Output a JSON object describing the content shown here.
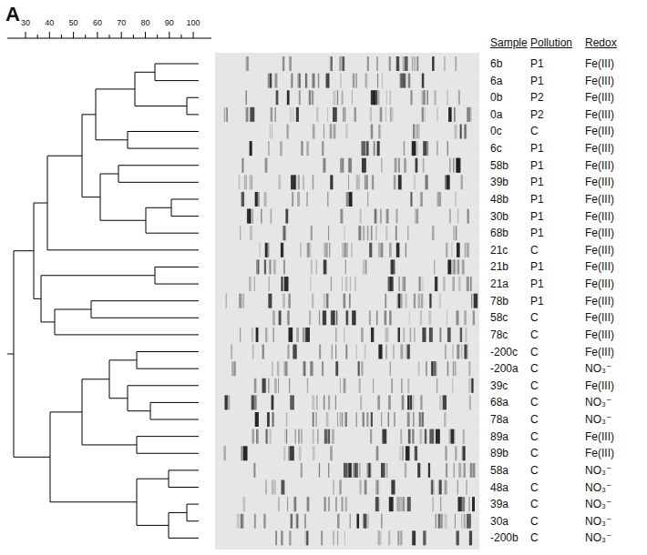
{
  "diagram": {
    "labels": [
      "A",
      "30",
      "40",
      "50",
      "60",
      "70",
      "80",
      "90",
      "100",
      "Sample",
      "Pollution",
      "Redox",
      "6b",
      "P1",
      "Fe(III)",
      "6a",
      "P1",
      "Fe(III)",
      "0b",
      "P2",
      "Fe(III)",
      "0a",
      "P2",
      "Fe(III)",
      "0c",
      "C",
      "Fe(III)",
      "6c",
      "P1",
      "Fe(III)",
      "58b",
      "P1",
      "Fe(III)",
      "39b",
      "P1",
      "Fe(III)",
      "48b",
      "P1",
      "Fe(III)",
      "30b",
      "P1",
      "Fe(III)",
      "68b",
      "P1",
      "Fe(III)",
      "21c",
      "C",
      "Fe(III)",
      "21b",
      "P1",
      "Fe(III)",
      "21a",
      "P1",
      "Fe(III)",
      "78b",
      "P1",
      "Fe(III)",
      "58c",
      "C",
      "Fe(III)",
      "78c",
      "C",
      "Fe(III)",
      "-200c",
      "C",
      "Fe(III)",
      "-200a",
      "C",
      "NO₃⁻",
      "39c",
      "C",
      "Fe(III)",
      "68a",
      "C",
      "NO₃⁻",
      "78a",
      "C",
      "NO₃⁻",
      "89a",
      "C",
      "Fe(III)",
      "89b",
      "C",
      "Fe(III)",
      "58a",
      "C",
      "NO₃⁻",
      "48a",
      "C",
      "NO₃⁻",
      "39a",
      "C",
      "NO₃⁻",
      "30a",
      "C",
      "NO₃⁻",
      "-200b",
      "C",
      "NO₃⁻"
    ]
  }
}
